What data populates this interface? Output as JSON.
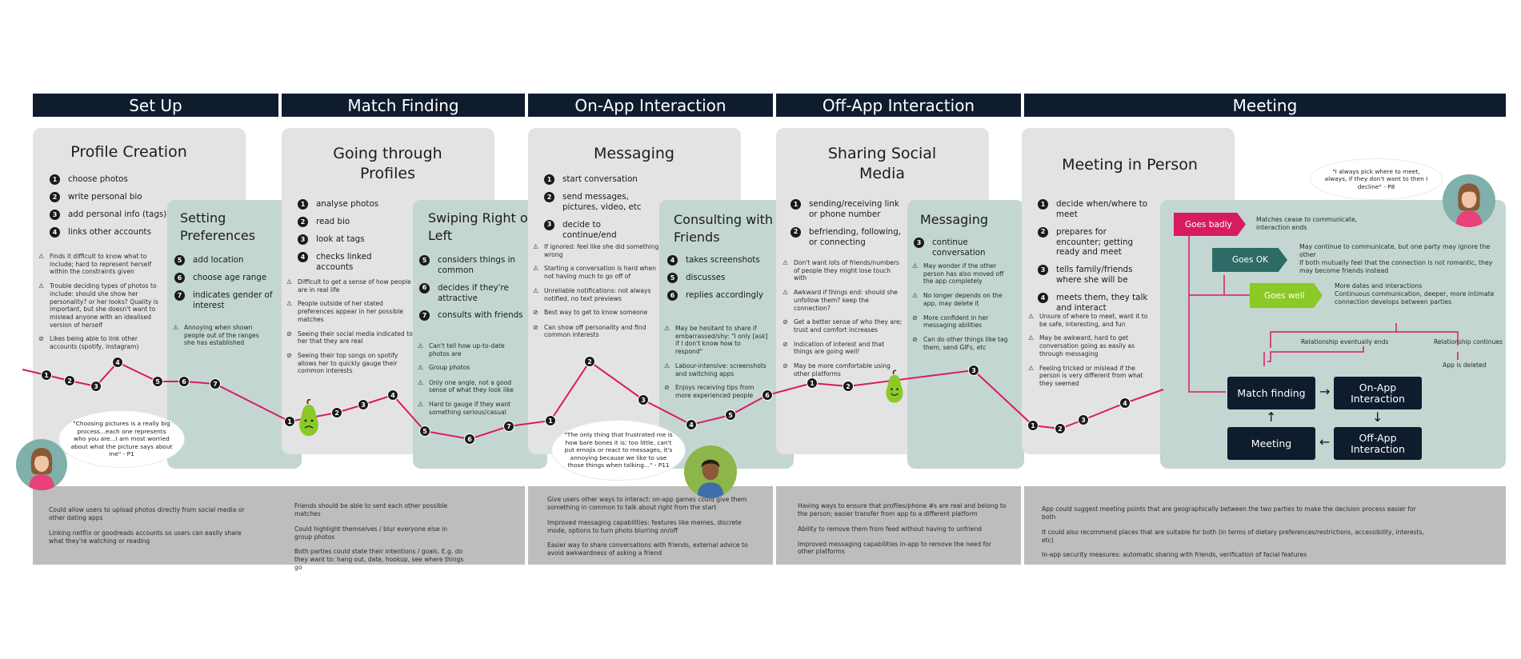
{
  "phases": [
    "Set Up",
    "Match Finding",
    "On-App Interaction",
    "Off-App Interaction",
    "Meeting"
  ],
  "profile_creation": {
    "title": "Profile Creation",
    "steps": [
      "choose photos",
      "write personal bio",
      "add personal info (tags)",
      "links other accounts"
    ],
    "notes": [
      {
        "icon": "warning",
        "text": "Finds it difficult to know what to include; hard to represent herself within the constraints given"
      },
      {
        "icon": "warning",
        "text": "Trouble deciding types of photos to include: should she show her personality? or her looks? Quality is important, but she doesn't want to mislead anyone with an idealised version of herself"
      },
      {
        "icon": "check",
        "text": "Likes being able to link other accounts (spotify, instagram)"
      }
    ]
  },
  "setting_preferences": {
    "title": "Setting\nPreferences",
    "steps": [
      {
        "n": "5",
        "text": "add location"
      },
      {
        "n": "6",
        "text": "choose age range"
      },
      {
        "n": "7",
        "text": "indicates gender of interest"
      }
    ],
    "notes": [
      {
        "icon": "warning",
        "text": "Annoying when shown people out of the ranges she has established"
      }
    ]
  },
  "going_through_profiles": {
    "title": "Going through\nProfiles",
    "steps": [
      "analyse photos",
      "read bio",
      "look at tags",
      "checks linked accounts"
    ],
    "notes": [
      {
        "icon": "warning",
        "text": "Difficult to get a sense of how people are in real life"
      },
      {
        "icon": "warning",
        "text": "People outside of her stated preferences appear in her possible matches"
      },
      {
        "icon": "check",
        "text": "Seeing their social media indicated to her that they are real"
      },
      {
        "icon": "check",
        "text": "Seeing their top songs on spotify allows her to quickly gauge their common interests"
      }
    ]
  },
  "swiping": {
    "title": "Swiping Right or\nLeft",
    "steps": [
      {
        "n": "5",
        "text": "considers things in common"
      },
      {
        "n": "6",
        "text": "decides if they're attractive"
      },
      {
        "n": "7",
        "text": "consults with friends"
      }
    ],
    "notes": [
      {
        "icon": "warning",
        "text": "Can't tell how up-to-date photos are"
      },
      {
        "icon": "warning",
        "text": "Group photos"
      },
      {
        "icon": "warning",
        "text": "Only one angle, not a good sense of what they look like"
      },
      {
        "icon": "warning",
        "text": "Hard to gauge if they want something serious/casual"
      }
    ]
  },
  "messaging_on_app": {
    "title": "Messaging",
    "steps": [
      "start conversation",
      "send messages, pictures, video, etc",
      "decide to continue/end"
    ],
    "notes": [
      {
        "icon": "warning",
        "text": "If ignored: feel like she did something wrong"
      },
      {
        "icon": "warning",
        "text": "Starting a conversation is hard when not having much to go off of"
      },
      {
        "icon": "warning",
        "text": "Unreliable notifications: not always notified, no text previews"
      },
      {
        "icon": "check",
        "text": "Best way to get to know someone"
      },
      {
        "icon": "check",
        "text": "Can show off personality and find common interests"
      }
    ]
  },
  "consulting_friends": {
    "title": "Consulting with\nFriends",
    "steps": [
      {
        "n": "4",
        "text": "takes screenshots"
      },
      {
        "n": "5",
        "text": "discusses"
      },
      {
        "n": "6",
        "text": "replies accordingly"
      }
    ],
    "notes": [
      {
        "icon": "warning",
        "text": "May be hesitant to share if embarrassed/shy: \"I only [ask] if I don't know how to respond\""
      },
      {
        "icon": "warning",
        "text": "Labour-intensive: screenshots and switching apps"
      },
      {
        "icon": "check",
        "text": "Enjoys receiving tips from more experienced people"
      }
    ]
  },
  "sharing_social": {
    "title": "Sharing Social\nMedia",
    "steps": [
      "sending/receiving link or phone number",
      "befriending, following, or connecting"
    ],
    "notes": [
      {
        "icon": "warning",
        "text": "Don't want lots of friends/numbers of people they might lose touch with"
      },
      {
        "icon": "warning",
        "text": "Awkward if things end: should she unfollow them? keep the connection?"
      },
      {
        "icon": "check",
        "text": "Get a better sense of who they are; trust and comfort increases"
      },
      {
        "icon": "check",
        "text": "Indication of interest and that things are going well!"
      },
      {
        "icon": "check",
        "text": "May be more comfortable using other platforms"
      }
    ]
  },
  "messaging_off_app": {
    "title": "Messaging",
    "steps": [
      {
        "n": "3",
        "text": "continue conversation"
      }
    ],
    "notes": [
      {
        "icon": "warning",
        "text": "May wonder if the other person has also moved off the app completely"
      },
      {
        "icon": "warning",
        "text": "No longer depends on the app, may delete it"
      },
      {
        "icon": "check",
        "text": "More confident in her messaging abilities"
      },
      {
        "icon": "check",
        "text": "Can do other things like tag them, send GIFs, etc"
      }
    ]
  },
  "meeting_in_person": {
    "title": "Meeting in Person",
    "steps": [
      "decide when/where to meet",
      "prepares for encounter; getting ready and meet",
      "tells family/friends where she will be",
      "meets them, they talk and interact"
    ],
    "notes": [
      {
        "icon": "warning",
        "text": "Unsure of where to meet, want it to be safe, interesting, and fun"
      },
      {
        "icon": "warning",
        "text": "May be awkward, hard to get conversation going as easily as through messaging"
      },
      {
        "icon": "warning",
        "text": "Feeling tricked or mislead if the person is very different from what they seemed"
      }
    ]
  },
  "quotes": {
    "q1": "\"Choosing pictures is a really big process...each one represents who you are...I am most worried about what the picture says about me\" - P1",
    "q2": "\"The only thing that frustrated me is how bare bones it is: too little, can't put emojis or react to messages, it's annoying because we like to use those things when talking...\" - P11",
    "q3": "\"I always pick where to meet, always, if they don't want to then I decline\" - P8"
  },
  "outcomes": [
    {
      "label": "Goes badly",
      "color": "#d81b60",
      "desc": "Matches cease to communicate, interaction ends"
    },
    {
      "label": "Goes OK",
      "color": "#2e6b67",
      "desc": "May continue to communicate, but one party may ignore the other\nIf both mutually feel that the connection is not romantic, they may become friends instead"
    },
    {
      "label": "Goes well",
      "color": "#8ac926",
      "desc": "More dates and interactions\nContinuous communication, deeper, more intimate connection develops between parties"
    }
  ],
  "branch_labels": {
    "ends": "Relationship eventually ends",
    "continues": "Relationship continues",
    "deleted": "App is deleted"
  },
  "cycle": {
    "match": "Match finding",
    "onapp": "On-App\nInteraction",
    "offapp": "Off-App\nInteraction",
    "meeting": "Meeting"
  },
  "recommendations": {
    "setup": [
      "Could allow users to upload photos directly from social media or other dating apps",
      "Linking netflix or goodreads accounts so users can easily share what they're watching or reading"
    ],
    "match": [
      "Friends should be able to sent each other possible matches",
      "Could highlight themselves / blur everyone else in group photos",
      "Both parties could state their intentions / goals. E.g. do they want to: hang out, date, hookup, see where things go"
    ],
    "onapp": [
      "Give users other ways to interact: on-app games could give them something in common to talk about right from the start",
      "Improved messaging capabilities: features like memes, discrete mode, options to turn photo blurring on/off",
      "Easier way to share conversations with friends, external advice to avoid awkwardness of asking a friend"
    ],
    "offapp": [
      "Having ways to ensure that profiles/phone #s are real and belong to the person; easier transfer from app to a different platform",
      "Ability to remove them from feed without having to unfriend",
      "Improved messaging capabilities in-app to remove the need for other platforms"
    ],
    "meeting": [
      "App could suggest meeting points that are geographically between the two parties to make the decision process easier for both",
      "It could also recommend places that are suitable for both (in terms of dietary preferences/restrictions, accessibility, interests, etc)",
      "In-app security measures: automatic sharing with friends, verification of facial features"
    ]
  },
  "journey_line": {
    "color": "#d81b60",
    "segments": [
      {
        "labels": [
          "1",
          "2",
          "3",
          "4",
          "5",
          "6",
          "7"
        ]
      },
      {
        "labels": [
          "1",
          "2",
          "3",
          "4",
          "5",
          "6",
          "7"
        ]
      },
      {
        "labels": [
          "1",
          "2",
          "3",
          "4",
          "5",
          "6"
        ]
      },
      {
        "labels": [
          "1",
          "2",
          "3"
        ]
      },
      {
        "labels": [
          "1",
          "2",
          "3",
          "4"
        ]
      }
    ]
  },
  "colors": {
    "navy": "#0f1c2e",
    "card_grey": "#e3e3e3",
    "card_teal": "#c4d6d2",
    "rec_grey": "#bdbdbd",
    "accent": "#d81b60",
    "pear": "#8ac926"
  }
}
